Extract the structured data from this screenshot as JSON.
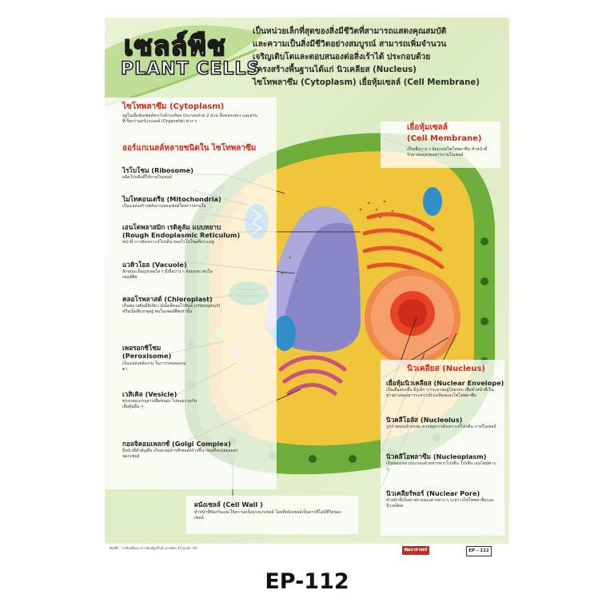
{
  "title": {
    "thai": "เซลล์พืช",
    "english": "PLANT CELLS"
  },
  "intro_lines": [
    "เป็นหน่วยเล็กที่สุดของสิ่งมีชีวิตที่สามารถแสดงคุณสมบัติ",
    "และความเป็นสิ่งมีชีวิตอย่างสมบูรณ์ สามารถเพิ่มจำนวน",
    "เจริญเติบโตและตอบสนองต่อสิ่งเร้าได้ ประกอบด้วย",
    "โครงสร้างพื้นฐานได้แก่ นิวเคลียส (Nucleus)",
    "ไซโทพลาซึม (Cytoplasm) เยื่อหุ้มเซลล์ (Cell Membrane)"
  ],
  "cytoplasm": {
    "label": "ไซโทพลาซึม (Cytoplasm)",
    "desc": "อยู่ในเยื่อหุ้มเซลล์ยกเว้นนิวเคลียส ประกอบด้วย 2 ส่วน คือของเหลว และส่วนที่เรียกว่าออร์แกเนลล์ (Organelle) ต่าง ๆ"
  },
  "organelles_heading": "ออร์แกเนลล์หลายชนิดใน ไซโทพลาซึม",
  "left_labels": [
    {
      "label": "ไรโบโซม (Ribosome)",
      "desc": "ผลิตโปรตีนที่ใช้ภายในเซลล์"
    },
    {
      "label": "ไมโทคอนเดรีย (Mitochondria)",
      "desc": "เป็นแหล่งสร้างพลังงานของเซลล์โดยการหายใจ"
    },
    {
      "label": "เอนโดพลาสมิก เรติคูลัม แบบหยาบ",
      "label2": "(Rough Endoplasmic Reticulum)",
      "desc": "หน้าที่ การสังเคราะห์โปรตีน ของไรโบโซมที่เกาะอยู่"
    },
    {
      "label": "แวคิวโอล (Vacuole)",
      "desc": "ลักษณะเป็นถุงกลมใส ๆ มีเยื่อบาง ๆ ล้อมรอบ พบในเซลล์พืช"
    },
    {
      "label": "คลอโรพลาสต์ (Chloroplast)",
      "desc": "เป็นพลาสติดมีสีเขียว มีเม็ดสีคลอโรฟิลล์ (chlorophyll) หรือเม็ดสีบรรจุอยู่ พบในเซลล์พืชเท่านั้น"
    },
    {
      "label": "เพอรอกซิโซม",
      "label2": "(Peroxisome)",
      "desc": "เป็นแหล่งพลังงาน ในการรอบออกเมตา"
    },
    {
      "label": "เวสิเคิล (Vesicle)",
      "desc": "ทรงกลมบรรจุสารเพื่อขนส่ง ไปทอลรวมกับเยื่อหุ้มอื่น ๆ"
    },
    {
      "label": "กอลจิคอมเพลกซ์ (Golgi Complex)",
      "desc": "มีหน้าที่สำคัญคือ เก็บสะสมสารที่เซลล์สร้างขึ้น ก่อนที่จะปล่อยออกนอกเซลล์"
    }
  ],
  "cell_membrane": {
    "label_th": "เยื่อหุ้มเซลล์",
    "label_en": "(Cell Membrane)",
    "desc": "เป็นเยื่อบาง ๆ ล้อมรอบไซโทพลาซึม ทำหน้าที่ รักษาสมดุลของสารภายในเซลล์"
  },
  "nucleus": {
    "heading": "นิวเคลียส (Nucleus)",
    "parts": [
      {
        "label": "เยื่อหุ้มนิวเคลียส (Nuclear Envelope)",
        "desc": "เป็นเยื่อสองชั้น มีรูเล็ก ๆ กระจายอยู่โดยรอบ เพื่อทำหน้าที่เป็นทางผ่านของสารระหว่างนิวเคลียสและไซโทพลาซึม"
      },
      {
        "label": "นิวคลีโอลัส (Nucleolus)",
        "desc": "รูปร่างค่อนข้างกลม ควบคุมการสังเคราะห์โปรตีน ภายในเซลล์"
      },
      {
        "label": "นิวคลีโอพลาซึม (Nucleoplasm)",
        "desc": "เป็นของเหลวประกอบด้วยสารพวกโปรตีน โปรตีน เอนไซม์ต่าง ๆ"
      },
      {
        "label": "นิวเคลียร์พอร์ (Nuclear Pore)",
        "desc": "ทำหน้าที่เป็นทางผ่านของสารต่าง ๆ ระหว่างไซโทพลาซึมและนิวเคลียส"
      }
    ]
  },
  "cell_wall": {
    "label": "ผนังเซลล์ (Cell Wall )",
    "desc": "ทำหน้าที่ป้องกันและให้ความแข็งแรงแก่เซลล์ โดยที่ผนังเซลล์เป็นสารที่ไม่มีชีวิตของเซลล์"
  },
  "footer": {
    "text": "พิมพ์ที่ : โรงพิมพ์พิฒนาการพิมพ์ดูพริ้นท์ และพิคัด 44 ศูนย์การค้า",
    "publisher": "พัฒนาศาสตร์",
    "code": "EP - 112"
  },
  "product_code": "EP-112",
  "colors": {
    "cell_wall": "#6fae3a",
    "cytoplasm": "#f1c53a",
    "nucleus": "#f08a4b",
    "vacuole": "#8a87c8",
    "label_red": "#d5261c"
  }
}
